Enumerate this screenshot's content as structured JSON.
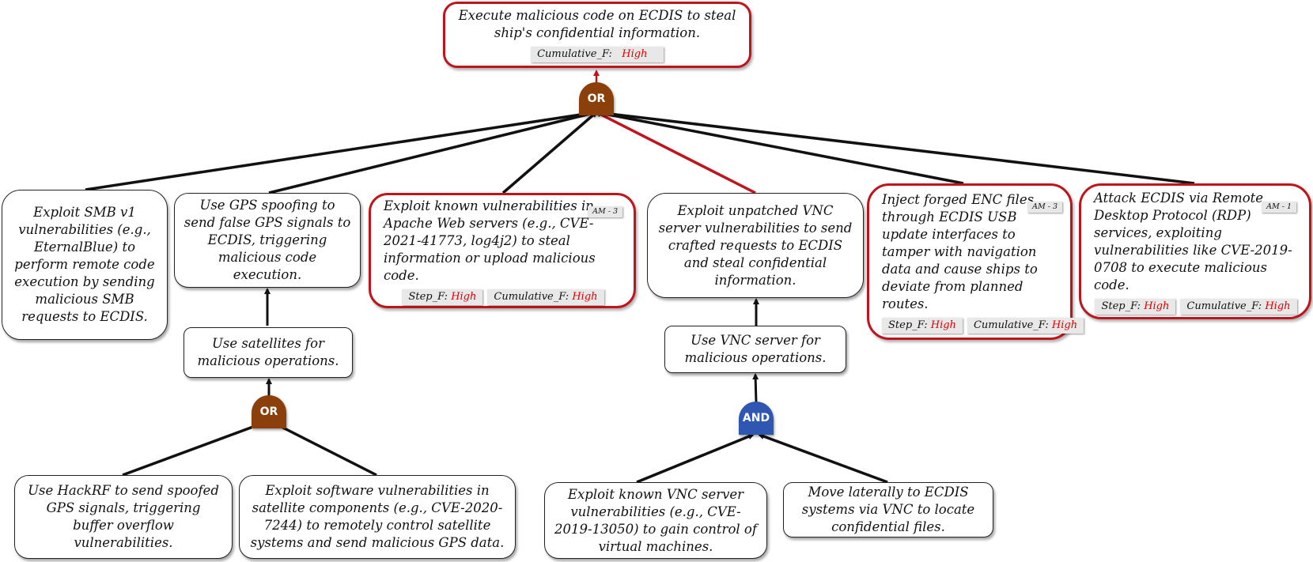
{
  "colors": {
    "red_border": "#c0141c",
    "or_gate": "#8b3f0a",
    "and_gate": "#2f56b0",
    "high": "#e00000"
  },
  "root": {
    "text": "Execute malicious code on ECDIS to steal ship's confidential information.",
    "cumulative_label": "Cumulative_F:",
    "cumulative_value": "High"
  },
  "gates": {
    "or_top": "OR",
    "or_gps": "OR",
    "and_vnc": "AND"
  },
  "nodes": {
    "smb": {
      "text": "Exploit SMB v1 vulnerabilities (e.g., EternalBlue) to perform remote code execution by sending malicious SMB requests to ECDIS."
    },
    "gps_spoof": {
      "text": "Use GPS spoofing to send false GPS signals to ECDIS, triggering malicious code execution."
    },
    "apache": {
      "text": "Exploit known vulnerabilities in Apache Web servers (e.g., CVE-2021-41773, log4j2) to steal information or upload malicious code.",
      "am": "AM - 3",
      "step_label": "Step_F:",
      "step_value": "High",
      "cumulative_label": "Cumulative_F:",
      "cumulative_value": "High"
    },
    "vnc_unpatched": {
      "text": "Exploit unpatched VNC server vulnerabilities to send crafted requests to ECDIS and steal confidential information."
    },
    "enc": {
      "text": "Inject forged ENC files through ECDIS USB update interfaces to tamper with navigation data and cause ships to deviate from planned routes.",
      "am": "AM - 3",
      "step_label": "Step_F:",
      "step_value": "High",
      "cumulative_label": "Cumulative_F:",
      "cumulative_value": "High"
    },
    "rdp": {
      "text": "Attack ECDIS via Remote Desktop Protocol (RDP) services, exploiting vulnerabilities like CVE-2019-0708 to execute malicious code.",
      "am": "AM - 1",
      "step_label": "Step_F:",
      "step_value": "High",
      "cumulative_label": "Cumulative_F:",
      "cumulative_value": "High"
    },
    "satellites": {
      "text": "Use satellites for malicious operations."
    },
    "vnc_server": {
      "text": "Use VNC server for malicious operations."
    },
    "hackrf": {
      "text": "Use HackRF to send spoofed GPS signals, triggering buffer overflow vulnerabilities."
    },
    "sat_sw": {
      "text": "Exploit software vulnerabilities in satellite components (e.g., CVE-2020-7244) to remotely control satellite systems and send malicious GPS data."
    },
    "vnc_known": {
      "text": "Exploit known VNC server vulnerabilities (e.g., CVE-2019-13050) to gain control of virtual machines."
    },
    "lateral": {
      "text": "Move laterally to ECDIS systems via VNC to locate confidential files."
    }
  }
}
